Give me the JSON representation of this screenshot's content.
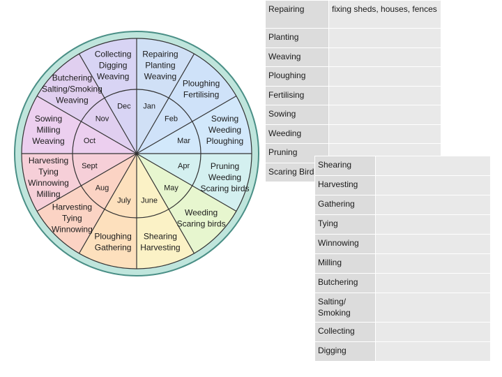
{
  "colors": {
    "outer_ring": "#bfe5dc",
    "outer_ring_stroke": "#4a8f86",
    "spokes": "#333333",
    "segments": [
      "#d0e0f6",
      "#cfe2f9",
      "#d2e8fb",
      "#d4f0f0",
      "#e7f6cf",
      "#fbf2c6",
      "#fde0bd",
      "#fbd3c4",
      "#f6cfd8",
      "#eccfef",
      "#e0cff0",
      "#d8d4f4"
    ]
  },
  "wheel": {
    "segments": [
      {
        "month": "Jan",
        "tasks": [
          "Repairing",
          "Planting",
          "Weaving"
        ]
      },
      {
        "month": "Feb",
        "tasks": [
          "Ploughing",
          "Fertilising"
        ]
      },
      {
        "month": "Mar",
        "tasks": [
          "Sowing",
          "Weeding",
          "Ploughing"
        ]
      },
      {
        "month": "Apr",
        "tasks": [
          "Pruning",
          "Weeding",
          "Scaring birds"
        ]
      },
      {
        "month": "May",
        "tasks": [
          "Weeding",
          "Scaring birds"
        ]
      },
      {
        "month": "June",
        "tasks": [
          "Shearing",
          "Harvesting"
        ]
      },
      {
        "month": "July",
        "tasks": [
          "Ploughing",
          "Gathering"
        ]
      },
      {
        "month": "Aug",
        "tasks": [
          "Harvesting",
          "Tying",
          "Winnowing"
        ]
      },
      {
        "month": "Sept",
        "tasks": [
          "Harvesting",
          "Tying",
          "Winnowing",
          "Milling"
        ]
      },
      {
        "month": "Oct",
        "tasks": [
          "Sowing",
          "Milling",
          "Weaving"
        ]
      },
      {
        "month": "Nov",
        "tasks": [
          "Butchering",
          "Salting/Smoking",
          "Weaving"
        ]
      },
      {
        "month": "Dec",
        "tasks": [
          "Collecting",
          "Digging",
          "Weaving"
        ]
      }
    ]
  },
  "table_right": {
    "rows": [
      {
        "task": "Repairing",
        "description": "fixing sheds, houses, fences"
      },
      {
        "task": "Planting",
        "description": ""
      },
      {
        "task": "Weaving",
        "description": ""
      },
      {
        "task": "Ploughing",
        "description": ""
      },
      {
        "task": "Fertilising",
        "description": ""
      },
      {
        "task": "Sowing",
        "description": ""
      },
      {
        "task": "Weeding",
        "description": ""
      },
      {
        "task": "Pruning",
        "description": ""
      },
      {
        "task": "Scaring Birds",
        "description": ""
      }
    ]
  },
  "table_bottom": {
    "rows": [
      {
        "task": "Shearing",
        "description": ""
      },
      {
        "task": "Harvesting",
        "description": ""
      },
      {
        "task": "Gathering",
        "description": ""
      },
      {
        "task": "Tying",
        "description": ""
      },
      {
        "task": "Winnowing",
        "description": ""
      },
      {
        "task": "Milling",
        "description": ""
      },
      {
        "task": "Butchering",
        "description": ""
      },
      {
        "task": "Salting/ Smoking",
        "description": ""
      },
      {
        "task": "Collecting",
        "description": ""
      },
      {
        "task": "Digging",
        "description": ""
      }
    ]
  }
}
